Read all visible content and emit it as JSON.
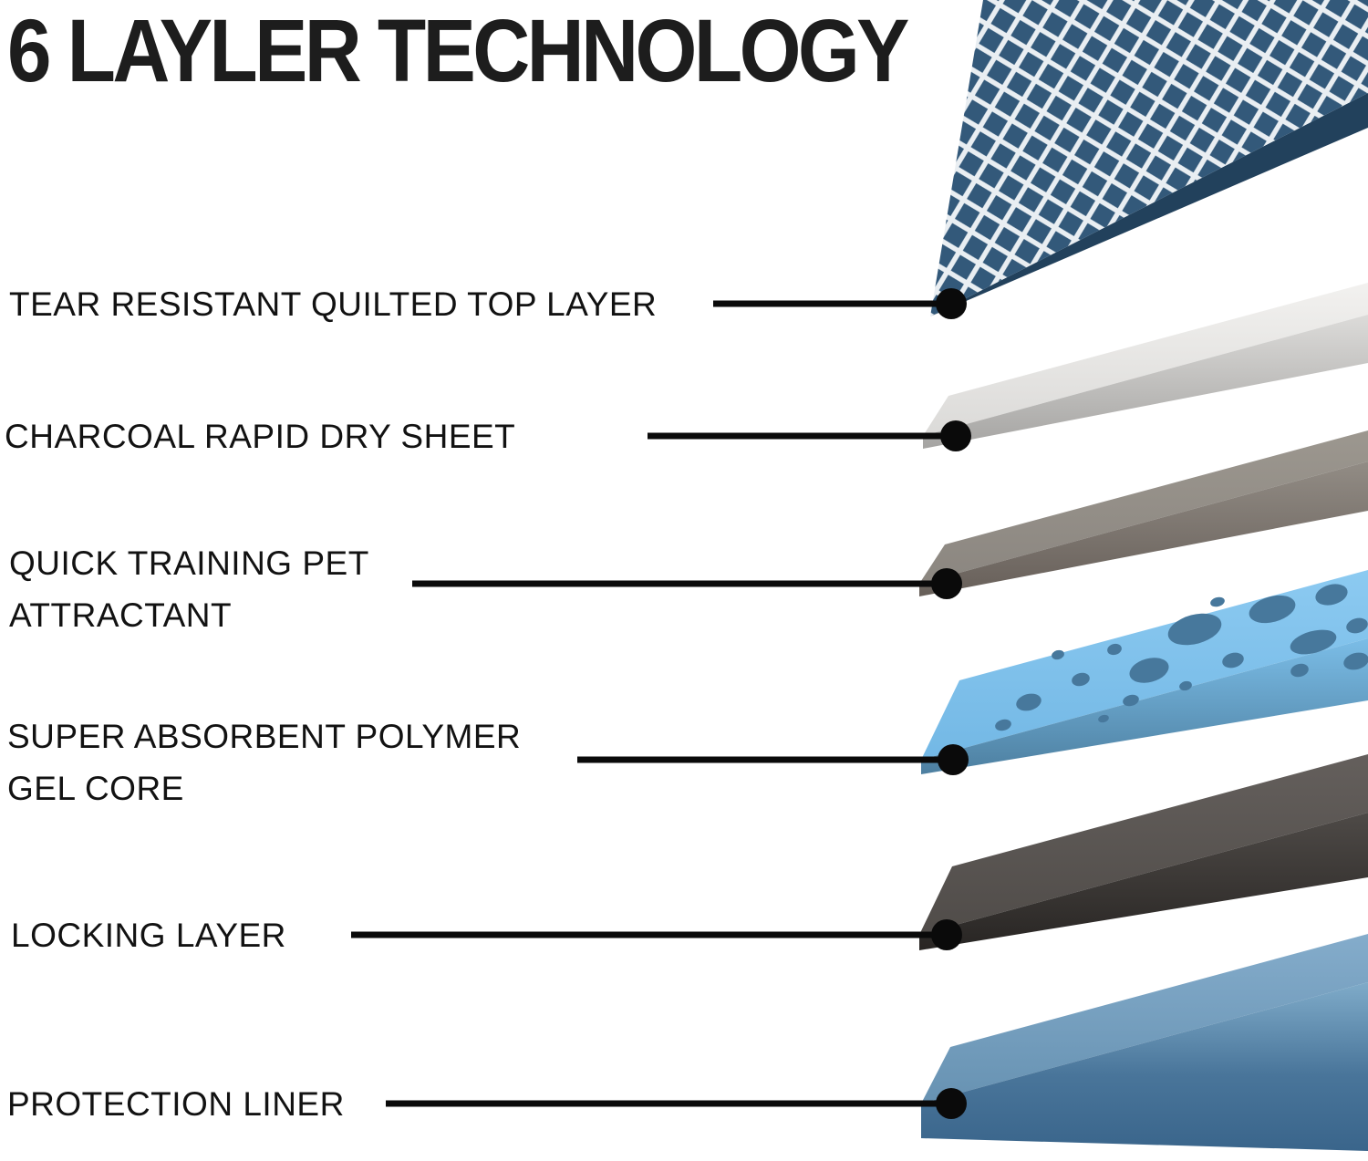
{
  "title": "6 LAYLER TECHNOLOGY",
  "layers": [
    {
      "name": "tear-resistant-quilted-top-layer",
      "label_lines": [
        "TEAR RESISTANT QUILTED TOP LAYER"
      ],
      "color": "#33597a"
    },
    {
      "name": "charcoal-rapid-dry-sheet",
      "label_lines": [
        "CHARCOAL RAPID DRY SHEET"
      ],
      "color": "#e7e6e4"
    },
    {
      "name": "quick-training-pet-attractant",
      "label_lines": [
        "QUICK TRAINING PET",
        "ATTRACTANT"
      ],
      "color": "#8d8781"
    },
    {
      "name": "super-absorbent-polymer-gel-core",
      "label_lines": [
        "SUPER ABSORBENT POLYMER",
        "GEL CORE"
      ],
      "color": "#7cc0ea"
    },
    {
      "name": "locking-layer",
      "label_lines": [
        "LOCKING LAYER"
      ],
      "color": "#4a4643"
    },
    {
      "name": "protection-liner",
      "label_lines": [
        "PROTECTION LINER"
      ],
      "color": "#5d89a8"
    }
  ],
  "connector_color": "#0a0a0a"
}
